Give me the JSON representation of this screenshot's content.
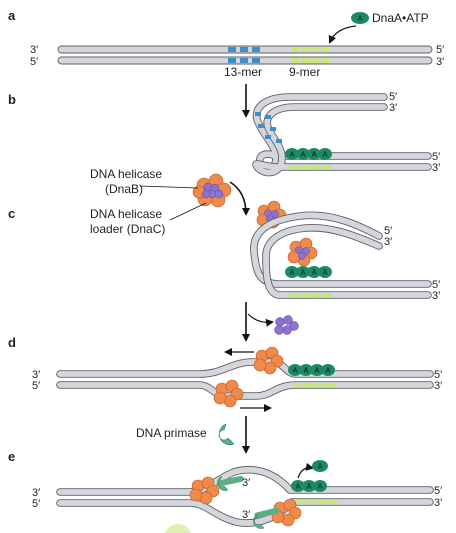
{
  "panels": {
    "a": "a",
    "b": "b",
    "c": "c",
    "d": "d",
    "e": "e"
  },
  "ends": {
    "three": "3′",
    "five": "5′"
  },
  "labels": {
    "dnaa_atp": "DnaA•ATP",
    "mer13": "13-mer",
    "mer9": "9-mer",
    "helicase": "DNA helicase",
    "helicase_sub": "(DnaB)",
    "loader": "DNA helicase",
    "loader_sub": "loader (DnaC)",
    "primase": "DNA primase",
    "dnaa_letter": "A"
  },
  "colors": {
    "strand": "#d4d6db",
    "strand_edge": "#5d6168",
    "mer13": "#3f8fc7",
    "mer9": "#c9e67c",
    "dnaa": "#1a8a66",
    "helicase": "#f08a4b",
    "loader": "#8e72cf",
    "primase": "#5cae86",
    "arrow": "#111111"
  }
}
